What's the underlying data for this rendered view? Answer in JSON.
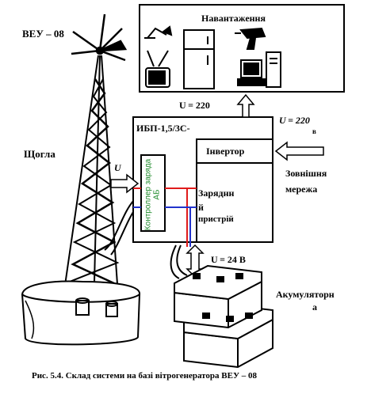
{
  "labels": {
    "veu": "ВЕУ – 08",
    "shchogla": "Щогла",
    "navantazhennia": "Навантаження",
    "u_load": "U = 220",
    "ibp": "ИБП-1,5/3С-",
    "u_grid": "U = 220",
    "u_grid_suffix": "в",
    "invertor": "Інвертор",
    "zovnishnia": "Зовнішня",
    "merezha": "мережа",
    "controller": "Контроллер заряда АБ",
    "zaryadnyi_1": "Заряднн",
    "zaryadnyi_2": "й",
    "zaryadnyi_3": "пристрій",
    "u_wind": "U",
    "u_batt": "U = 24 В",
    "akumulator_1": "Акумуляторн",
    "akumulator_2": "а",
    "caption": "Рис. 5.4.  Склад системи на базі вітрогенератора ВЕУ – 08"
  },
  "colors": {
    "controller_text": "#1d8a2a",
    "red_wire": "#e01b1b",
    "blue_wire": "#2233cc"
  }
}
